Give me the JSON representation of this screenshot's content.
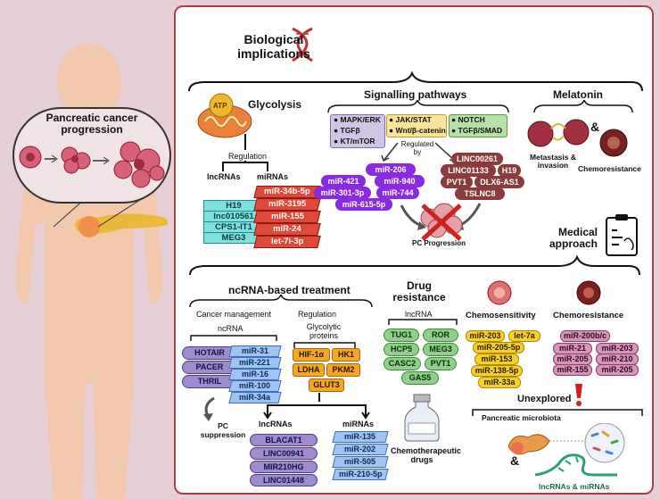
{
  "colors": {
    "background": "#e6cfd7",
    "panel": "#ffffff",
    "panel_border": "#b33a4a",
    "body": "#f2c9ad",
    "pancreas": "#e8b93a"
  },
  "left": {
    "title": "Pancreatic cancer progression"
  },
  "header": {
    "title": "Biological implications"
  },
  "glycolysis": {
    "title": "Glycolysis",
    "atp": "ATP",
    "regulation": "Regulation",
    "lnc_label": "lncRNAs",
    "mi_label": "miRNAs",
    "lncrnas": [
      "H19",
      "lnc010561",
      "CPS1-IT1",
      "MEG3"
    ],
    "mirnas": [
      "miR-34b-5p",
      "miR-3195",
      "miR-155",
      "miR-24",
      "let-7i-3p"
    ]
  },
  "signalling": {
    "title": "Signalling pathways",
    "group1": [
      "MAPK/ERK",
      "TGFβ",
      "KT/mTOR"
    ],
    "group2": [
      "JAK/STAT",
      "Wnt/β-catenin"
    ],
    "group3": [
      "NOTCH",
      "TGFβ/SMAD"
    ],
    "regulated_by": "Regulated by",
    "mirnas": [
      "miR-206",
      "miR-421",
      "miR-940",
      "miR-301-3p",
      "miR-744",
      "miR-615-5p"
    ],
    "lncrnas": [
      "LINC00261",
      "LINC01133",
      "H19",
      "PVT1",
      "DLX6-AS1",
      "TSLNC8"
    ],
    "pc_progression": "PC Progression"
  },
  "melatonin": {
    "title": "Melatonin",
    "metastasis": "Metastasis & invasion",
    "amp": "&",
    "chemoresistance": "Chemoresistance"
  },
  "medical": {
    "title": "Medical approach"
  },
  "ncrna_treatment": {
    "title": "ncRNA-based treatment",
    "cancer_management": "Cancer management",
    "ncrna": "ncRNA",
    "lncrnas": [
      "HOTAIR",
      "PACER",
      "THRIL"
    ],
    "mirnas": [
      "miR-31",
      "miR-221",
      "miR-16",
      "miR-100",
      "miR-34a"
    ],
    "pc_suppression": "PC suppression",
    "regulation": "Regulation",
    "glycolytic": "Glycolytic proteins",
    "proteins": [
      "HIF-1α",
      "HK1",
      "LDHA",
      "PKM2",
      "GLUT3"
    ],
    "lnc_label": "lncRNAs",
    "mi_label": "miRNAs",
    "reg_lncrnas": [
      "BLACAT1",
      "LINC00941",
      "MIR210HG",
      "LINC01448"
    ],
    "reg_mirnas": [
      "miR-135",
      "miR-202",
      "miR-505",
      "miR-210-5p"
    ]
  },
  "drug": {
    "title": "Drug resistance",
    "lncrna": "lncRNA",
    "items": [
      "TUG1",
      "ROR",
      "HCP5",
      "MEG3",
      "CASC2",
      "PVT1",
      "GAS5"
    ],
    "chemo_drugs": "Chemotherapeutic drugs"
  },
  "chemosensitivity": {
    "title": "Chemosensitivity",
    "items": [
      "miR-203",
      "let-7a",
      "miR-205-5p",
      "miR-153",
      "miR-138-5p",
      "miR-33a"
    ]
  },
  "chemoresistance": {
    "title": "Chemoresistance",
    "items": [
      "miR-200b/c",
      "miR-21",
      "miR-203",
      "miR-205",
      "miR-210",
      "miR-155",
      "miR-205"
    ]
  },
  "unexplored": {
    "title": "Unexplored",
    "microbiota": "Pancreatic microbiota",
    "amp": "&",
    "rnas": "lncRNAs & miRNAs"
  }
}
